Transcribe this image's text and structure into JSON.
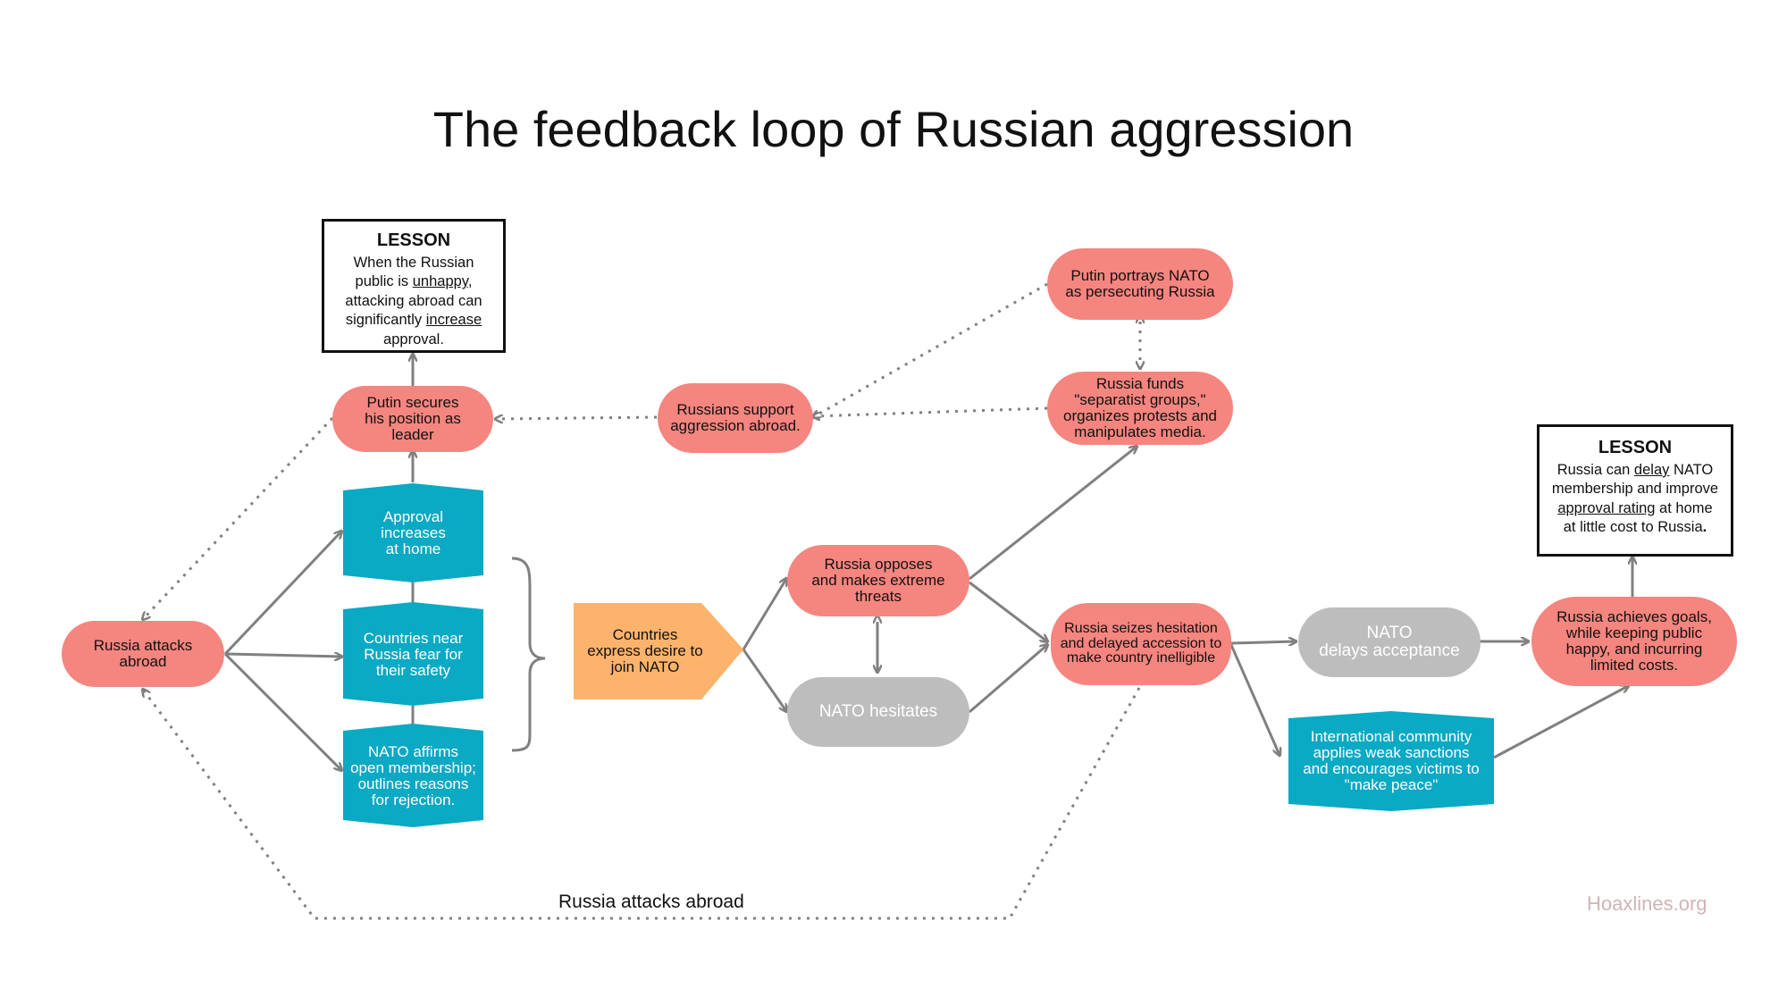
{
  "title": "The feedback loop of Russian aggression",
  "watermark": "Hoaxlines.org",
  "loop_label": "Russia attacks abroad",
  "lesson_left": {
    "heading": "LESSON",
    "l1": "When the Russian",
    "l2a": "public is ",
    "l2u": "unhappy",
    "l2b": ",",
    "l3": "attacking abroad can",
    "l4a": "significantly ",
    "l4u": "increase",
    "l5": "approval."
  },
  "lesson_right": {
    "heading": "LESSON",
    "l1a": "Russia can ",
    "l1u": "delay",
    "l1b": " NATO",
    "l2": "membership and improve",
    "l3u": "approval rating",
    "l3b": " at home",
    "l4a": "at little cost to Russia",
    "l4b": "."
  },
  "nodes": {
    "russia_attacks": [
      "Russia attacks",
      "abroad"
    ],
    "putin_secures": [
      "Putin secures",
      "his position as",
      "leader"
    ],
    "approval": [
      "Approval",
      "increases",
      "at home"
    ],
    "countries_fear": [
      "Countries near",
      "Russia fear for",
      "their safety"
    ],
    "nato_affirms": [
      "NATO affirms",
      "open membership;",
      "outlines reasons",
      "for rejection."
    ],
    "countries_desire": [
      "Countries",
      "express desire to",
      "join NATO"
    ],
    "russia_opposes": [
      "Russia opposes",
      "and makes extreme",
      "threats"
    ],
    "nato_hesitates": [
      "NATO hesitates"
    ],
    "russians_support": [
      "Russians support",
      "aggression abroad."
    ],
    "putin_portrays": [
      "Putin portrays NATO",
      "as persecuting Russia"
    ],
    "russia_funds": [
      "Russia funds",
      "\"separatist groups,\"",
      "organizes protests and",
      "manipulates media."
    ],
    "russia_seizes": [
      "Russia seizes hesitation",
      "and delayed accession to",
      "make country inelligible"
    ],
    "nato_delays": [
      "NATO",
      "delays acceptance"
    ],
    "intl_community": [
      "International community",
      "applies weak sanctions",
      "and encourages victims to",
      "\"make peace\""
    ],
    "russia_achieves": [
      "Russia achieves goals,",
      "while keeping public",
      "happy, and incurring",
      "limited costs."
    ]
  },
  "colors": {
    "red": "#f5857f",
    "gray": "#bdbdbd",
    "teal": "#0aa9c4",
    "orange": "#fdb36b",
    "arrow": "#808080"
  }
}
